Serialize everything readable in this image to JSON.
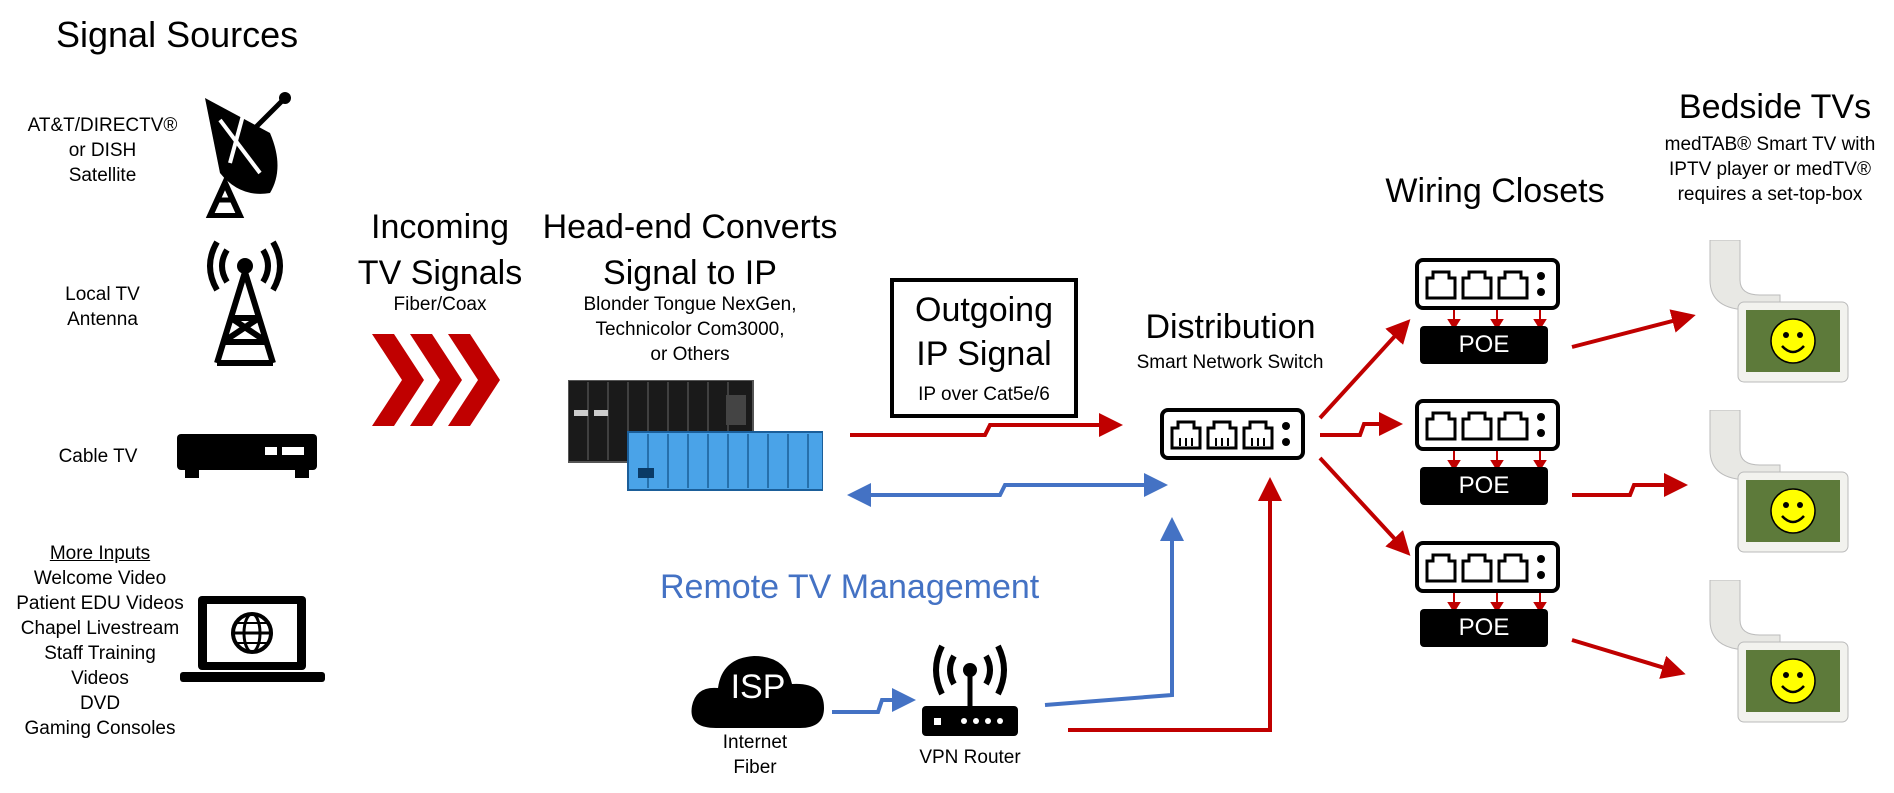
{
  "signal_sources": {
    "title": "Signal Sources",
    "satellite": [
      "AT&T/DIRECTV®",
      "or DISH",
      "Satellite"
    ],
    "antenna": [
      "Local TV",
      "Antenna"
    ],
    "cable": "Cable TV",
    "more_inputs_title": "More Inputs",
    "more_inputs": [
      "Welcome Video",
      "Patient EDU Videos",
      "Chapel Livestream",
      "Staff Training",
      "Videos",
      "DVD",
      "Gaming Consoles"
    ]
  },
  "incoming": {
    "title": [
      "Incoming",
      "TV Signals"
    ],
    "subtitle": "Fiber/Coax"
  },
  "headend": {
    "title": [
      "Head-end Converts",
      "Signal to IP"
    ],
    "subtitle": [
      "Blonder Tongue NexGen,",
      "Technicolor Com3000,",
      "or Others"
    ]
  },
  "outgoing": {
    "title": [
      "Outgoing",
      "IP Signal"
    ],
    "subtitle": "IP over Cat5e/6"
  },
  "distribution": {
    "title": "Distribution",
    "subtitle": "Smart Network Switch"
  },
  "remote": {
    "title": "Remote TV Management",
    "isp_label": "ISP",
    "isp_caption": [
      "Internet",
      "Fiber"
    ],
    "router_caption": "VPN Router"
  },
  "wiring": {
    "title": "Wiring Closets",
    "poe_labels": [
      "POE",
      "POE",
      "POE"
    ]
  },
  "bedside": {
    "title": "Bedside TVs",
    "subtitle": [
      "medTAB® Smart TV with",
      "IPTV player or medTV®",
      "requires a set-top-box"
    ]
  },
  "colors": {
    "signal_red": "#c00000",
    "mgmt_blue": "#4472c4",
    "equipment_black": "#000000",
    "smiley_yellow": "#ffff00"
  },
  "icons": [
    "satellite-dish-icon",
    "antenna-tower-icon",
    "cable-box-icon",
    "laptop-globe-icon",
    "chevron-arrows-icon",
    "headend-rack-icon",
    "network-switch-icon",
    "cloud-icon",
    "router-icon",
    "bedside-tv-icon"
  ]
}
